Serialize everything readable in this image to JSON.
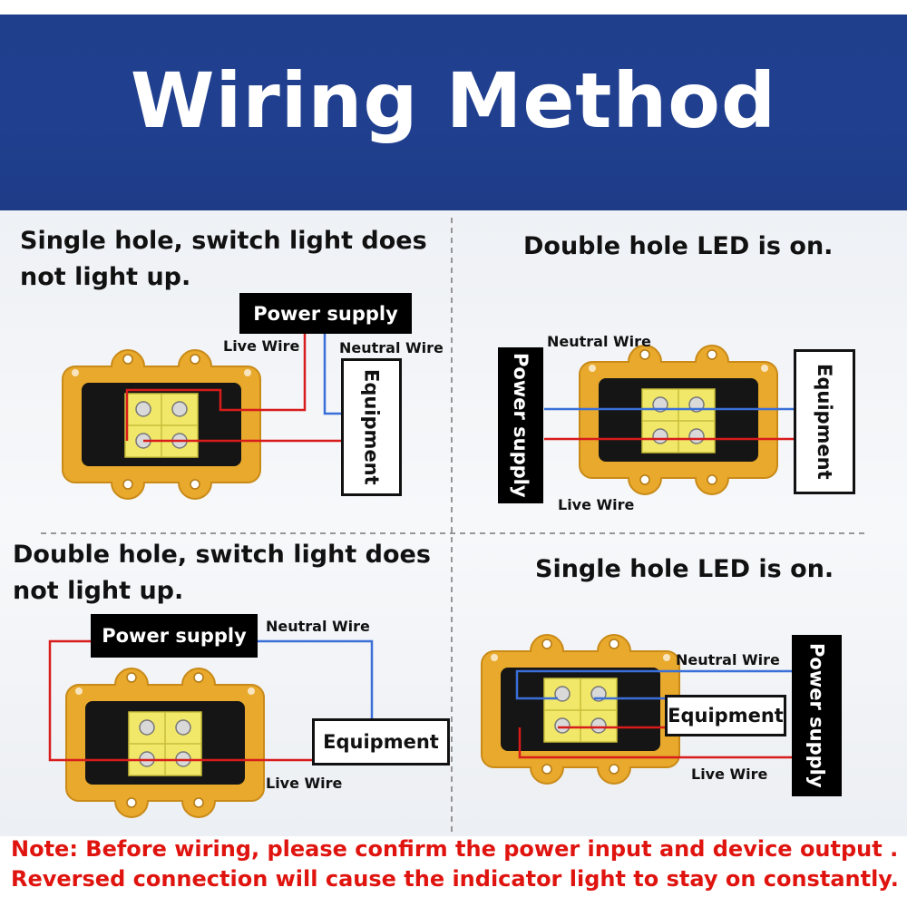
{
  "title": "Wiring Method",
  "panels": {
    "top_left": {
      "heading_line1": "Single hole, switch light does",
      "heading_line2": "not light up.",
      "power_label": "Power supply",
      "equipment_label": "Equipment",
      "live_label": "Live Wire",
      "neutral_label": "Neutral Wire"
    },
    "top_right": {
      "heading": "Double hole LED is on.",
      "power_label": "Power supply",
      "equipment_label": "Equipment",
      "live_label": "Live Wire",
      "neutral_label": "Neutral Wire"
    },
    "bottom_left": {
      "heading_line1": "Double hole,  switch light does",
      "heading_line2": "not light up.",
      "power_label": "Power supply",
      "equipment_label": "Equipment",
      "live_label": "Live Wire",
      "neutral_label": "Neutral Wire"
    },
    "bottom_right": {
      "heading": "Single hole LED is on.",
      "power_label": "Power supply",
      "equipment_label": "Equipment",
      "live_label": "Live Wire",
      "neutral_label": "Neutral Wire"
    }
  },
  "note": {
    "line1": "Note: Before wiring, please confirm the power input and device output .",
    "line2": "Reversed connection will cause the indicator light to stay on constantly."
  },
  "colors": {
    "banner": "#1f3f8c",
    "live_wire": "#d81b1b",
    "neutral_wire": "#3a6fd8",
    "housing": "#e8a92c",
    "terminal": "#f1e86a",
    "note_text": "#e0140f"
  }
}
